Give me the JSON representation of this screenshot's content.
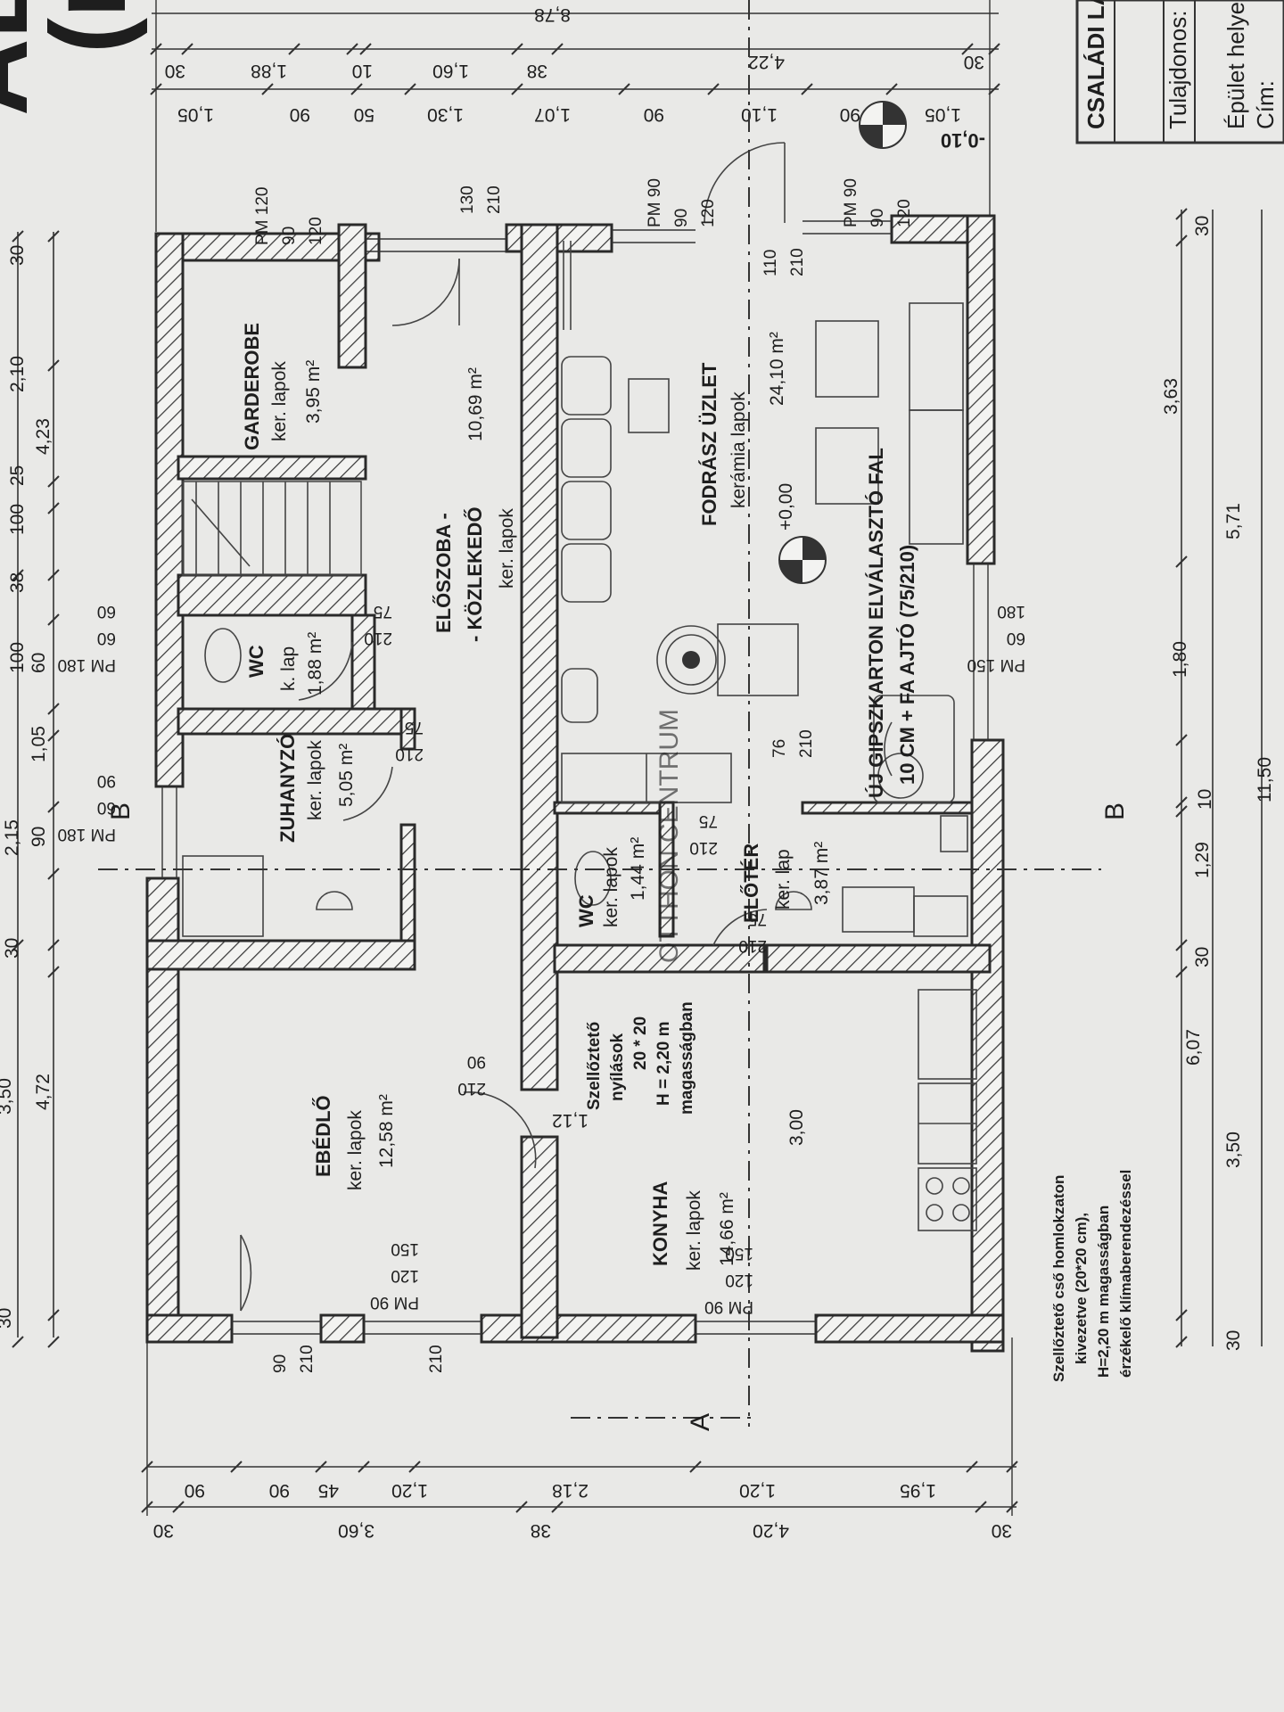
{
  "title_block": {
    "heading": "CSALÁDI LA",
    "owner_label": "Tulajdonos:",
    "site_label": "Épület helye:",
    "address_label": "Cím:",
    "corner_fragment": "AL",
    "corner_fragment_2": "(r"
  },
  "rooms": [
    {
      "name": "GARDEROBE",
      "floor": "ker. lapok",
      "area": "3,95 m²"
    },
    {
      "name": "ELŐSZOBA -",
      "name2": "- KÖZLEKEDŐ",
      "area": "10,69 m²",
      "floor": "ker. lapok"
    },
    {
      "name": "FODRÁSZ ÜZLET",
      "floor": "kerámia lapok",
      "area": "24,10 m²"
    },
    {
      "name": "WC",
      "floor": "k. lap",
      "area": "1,88 m²"
    },
    {
      "name": "ZUHANYZÓ",
      "floor": "ker. lapok",
      "area": "5,05 m²"
    },
    {
      "name": "WC",
      "floor": "ker. lapok",
      "area": "1,44 m²"
    },
    {
      "name": "ELŐTÉR",
      "floor": "ker. lap",
      "area": "3,87 m²"
    },
    {
      "name": "EBÉDLŐ",
      "floor": "ker. lapok",
      "area": "12,58 m²"
    },
    {
      "name": "KONYHA",
      "floor": "ker. lapok",
      "area": "14,66 m²"
    }
  ],
  "labels": {
    "level_zero": "+0,00",
    "level_minus": "-0,10",
    "partition_1": "ÚJ GIPSZKARTON ELVÁLASZTÓ FAL",
    "partition_2": "10 CM + FA AJTÓ (75/210)",
    "vent_1": "Szellőztető",
    "vent_2": "nyílások",
    "vent_3": "20 * 20",
    "vent_4": "H = 2,20 m",
    "vent_5": "magasságban",
    "section_a": "A",
    "section_b": "B",
    "section_b2": "B",
    "kitchen_width": "3,00",
    "kitchen_dim": "1,12",
    "watermark": "OTTHON CENTRUM"
  },
  "note": [
    "Szellőztető cső homlokzaton",
    "kivezetve (20*20 cm),",
    "H=2,20 m magasságban",
    "érzékelő klímaberendezéssel"
  ],
  "openings": [
    {
      "a": "PM 120",
      "b": "90",
      "c": "120"
    },
    {
      "a": "",
      "b": "130",
      "c": "210"
    },
    {
      "a": "PM 90",
      "b": "90",
      "c": "120"
    },
    {
      "a": "",
      "b": "110",
      "c": "210"
    },
    {
      "a": "PM 90",
      "b": "90",
      "c": "120"
    },
    {
      "a": "PM 180",
      "b": "60",
      "c": "60"
    },
    {
      "a": "",
      "b": "210",
      "c": "75"
    },
    {
      "a": "",
      "b": "210",
      "c": "75"
    },
    {
      "a": "PM 180",
      "b": "60",
      "c": "90"
    },
    {
      "a": "PM 150",
      "b": "60",
      "c": "180"
    },
    {
      "a": "",
      "b": "210",
      "c": "75"
    },
    {
      "a": "",
      "b": "210",
      "c": "75"
    },
    {
      "a": "",
      "b": "210",
      "c": "90"
    },
    {
      "a": "PM 90",
      "b": "120",
      "c": "150"
    },
    {
      "a": "PM 90",
      "b": "120",
      "c": "150"
    },
    {
      "a": "",
      "b": "90",
      "c": "210"
    },
    {
      "a": "",
      "b": "210",
      "c": ""
    },
    {
      "a": "",
      "b": "76",
      "c": "210"
    }
  ],
  "dims_top": {
    "total": "8,78",
    "row1": [
      "30",
      "1,88",
      "10",
      "1,60",
      "38",
      "4,22",
      "30"
    ],
    "row2": [
      "1,05",
      "90",
      "50",
      "1,30",
      "1,07",
      "90",
      "1,10",
      "90",
      "1,05"
    ]
  },
  "dims_left": {
    "row1": [
      "30",
      "2,10",
      "25",
      "100",
      "38",
      "100",
      "60",
      "1,05",
      "90",
      "2,15",
      "30",
      "3,50",
      "30"
    ],
    "row2": [
      "4,23",
      "4,72"
    ]
  },
  "dims_right": {
    "row1": [
      "30",
      "3,63",
      "1,80",
      "10",
      "1,29",
      "30",
      "3,50",
      "30"
    ],
    "row2": [
      "5,71",
      "6,07"
    ],
    "total": "11,50"
  },
  "dims_bottom": {
    "row1": [
      "90",
      "90",
      "45",
      "1,20",
      "2,18",
      "1,20",
      "1,95"
    ],
    "row2": [
      "30",
      "3,60",
      "38",
      "4,20",
      "30"
    ]
  }
}
